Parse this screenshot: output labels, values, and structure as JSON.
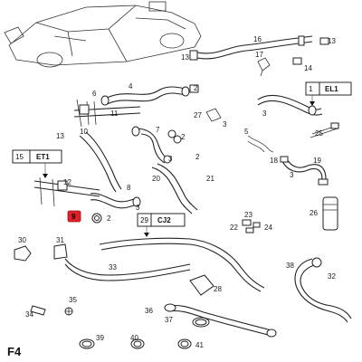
{
  "figure_code": "F4",
  "highlight_color": "#e0202a",
  "highlighted_part": "9",
  "callouts": [
    {
      "id": "1",
      "code": "EL1"
    },
    {
      "id": "15",
      "code": "ET1"
    },
    {
      "id": "29",
      "code": "CJ2"
    }
  ],
  "part_numbers": [
    "2",
    "3",
    "4",
    "5",
    "6",
    "7",
    "8",
    "9",
    "10",
    "11",
    "12",
    "13",
    "14",
    "16",
    "17",
    "18",
    "19",
    "20",
    "21",
    "22",
    "23",
    "24",
    "25",
    "26",
    "27",
    "28",
    "30",
    "31",
    "32",
    "33",
    "34",
    "35",
    "36",
    "37",
    "38",
    "39",
    "40",
    "41",
    "13",
    "2",
    "3",
    "2",
    "3",
    "3",
    "2",
    "13",
    "3"
  ]
}
